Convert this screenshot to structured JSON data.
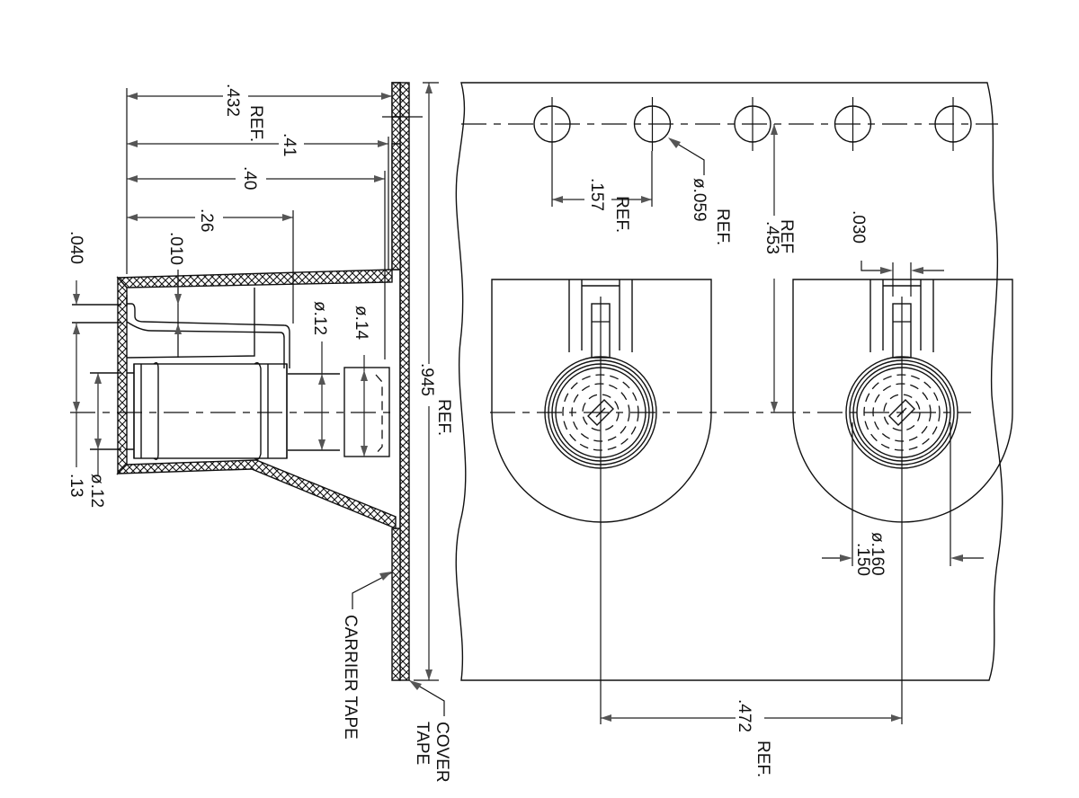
{
  "title": "Carrier tape and reel packaging drawing",
  "colors": {
    "line": "#111111",
    "arrow": "#555555",
    "background": "#ffffff"
  },
  "side_view": {
    "dimensions": {
      "overall_ref": {
        "value": ".432",
        "suffix": "REF."
      },
      "d41": {
        "value": ".41"
      },
      "d40": {
        "value": ".40"
      },
      "d26": {
        "value": ".26"
      },
      "d010": {
        "value": ".010"
      },
      "d040": {
        "value": ".040"
      },
      "d13": {
        "value": ".13"
      },
      "dia12_left": {
        "value": "ø.12"
      },
      "dia12_body": {
        "value": "ø.12"
      },
      "dia14": {
        "value": "ø.14"
      },
      "tape_width": {
        "value": ".945",
        "suffix": "REF."
      }
    },
    "callouts": {
      "carrier_tape": "CARRIER  TAPE",
      "cover_tape_line1": "COVER",
      "cover_tape_line2": "TAPE"
    }
  },
  "top_view": {
    "sprocket_hole_count": 5,
    "pocket_count": 2,
    "dimensions": {
      "hole_pitch": {
        "value": ".157",
        "suffix": "REF."
      },
      "hole_dia": {
        "value": "ø.059",
        "suffix": "REF."
      },
      "hole_to_center": {
        "value": ".453",
        "suffix": "REF"
      },
      "slot_width": {
        "value": ".030"
      },
      "pocket_dia_max": {
        "value": "ø.160"
      },
      "pocket_dia_min": {
        "value": ".150"
      },
      "pocket_pitch": {
        "value": ".472",
        "suffix": "REF."
      }
    }
  }
}
